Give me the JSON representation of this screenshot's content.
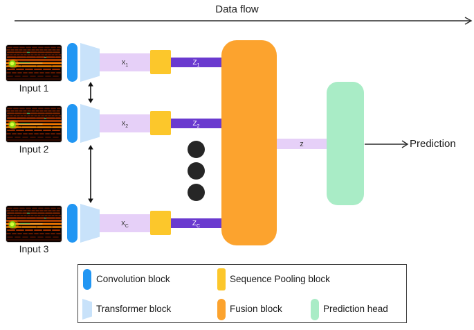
{
  "diagram": {
    "title": "Data flow",
    "prediction_label": "Prediction",
    "fusion_output_label": "z"
  },
  "rows": [
    {
      "input_label": "Input 1",
      "x_label": {
        "base": "x",
        "sub": "1"
      },
      "z_label": {
        "base": "Z",
        "sub": "1"
      }
    },
    {
      "input_label": "Input 2",
      "x_label": {
        "base": "x",
        "sub": "2"
      },
      "z_label": {
        "base": "Z",
        "sub": "2"
      }
    },
    {
      "input_label": "Input 3",
      "x_label": {
        "base": "x",
        "sub": "C"
      },
      "z_label": {
        "base": "Z",
        "sub": "C"
      }
    }
  ],
  "legend": {
    "items": [
      {
        "label": "Convolution block",
        "color": "#2196F3"
      },
      {
        "label": "Sequence Pooling block",
        "color": "#FCC72B"
      },
      {
        "label": "Transformer block",
        "color": "#C8E2FA"
      },
      {
        "label": "Fusion block",
        "color": "#FCA32E"
      },
      {
        "label": "Prediction head",
        "color": "#A9ECC6"
      }
    ]
  },
  "colors": {
    "x_bar": "#E6D0F8",
    "z_bar": "#6A3ACF",
    "ellipsis_dots": "#262626",
    "arrow": "#2b2b2b"
  }
}
